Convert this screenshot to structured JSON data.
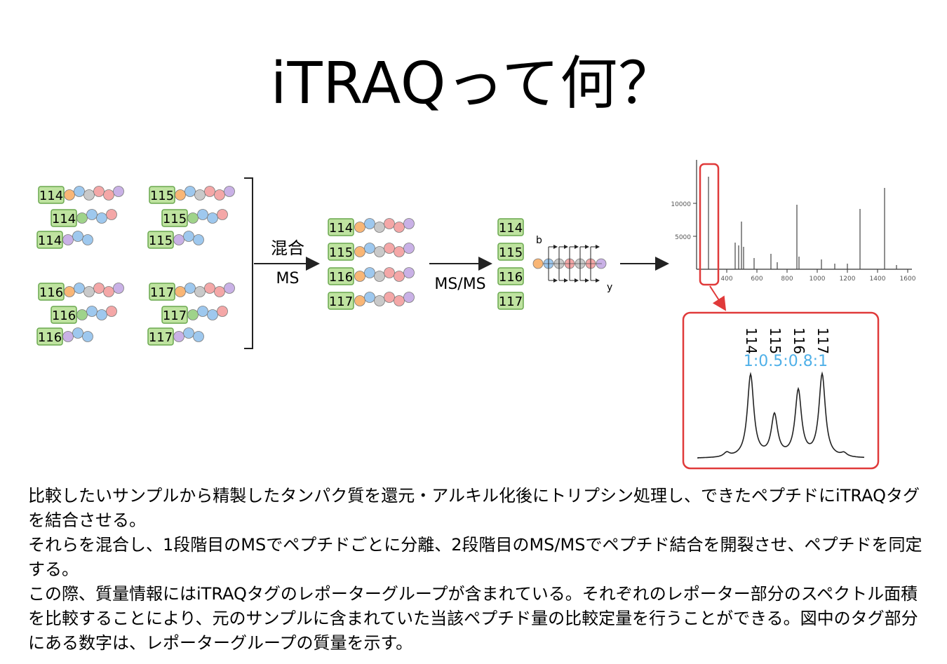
{
  "title": "iTRAQって何？",
  "diagram": {
    "samples": [
      {
        "label": "114"
      },
      {
        "label": "115"
      },
      {
        "label": "116"
      },
      {
        "label": "117"
      }
    ],
    "mixed_tags": [
      "114",
      "115",
      "116",
      "117"
    ],
    "step1_label_top": "混合",
    "step1_label_bottom": "MS",
    "step2_label": "MS/MS",
    "ion_b_label": "b",
    "ion_y_label": "y",
    "colors": {
      "tag_fill": "#bfe3a0",
      "tag_border": "#6aa84f",
      "bead_orange": "#f9b676",
      "bead_blue": "#9ec8ee",
      "bead_gray": "#c9c9c9",
      "bead_pink": "#f4a7a7",
      "bead_purple": "#c9b1e6",
      "bead_green": "#9fd38a",
      "highlight_red": "#e03a3a",
      "ratio_blue": "#4fb0e8"
    },
    "spectrum": {
      "y_ticks": [
        "10000",
        "5000"
      ],
      "x_ticks": [
        "400",
        "600",
        "800",
        "1000",
        "1200",
        "1400",
        "1600"
      ]
    },
    "reporter": {
      "labels": [
        "114",
        "115",
        "116",
        "117"
      ],
      "ratio_text": "1:0.5:0.8:1",
      "ratios": [
        1,
        0.5,
        0.8,
        1
      ]
    }
  },
  "body": {
    "p1": "比較したいサンプルから精製したタンパク質を還元・アルキル化後にトリプシン処理し、できたペプチドにiTRAQタグを結合させる。",
    "p2": "それらを混合し、1段階目のMSでペプチドごとに分離、2段階目のMS/MSでペプチド結合を開裂させ、ペプチドを同定する。",
    "p3": "この際、質量情報にはiTRAQタグのレポーターグループが含まれている。それぞれのレポーター部分のスペクトル面積を比較することにより、元のサンプルに含まれていた当該ペプチド量の比較定量を行うことができる。図中のタグ部分にある数字は、レポーターグループの質量を示す。"
  }
}
